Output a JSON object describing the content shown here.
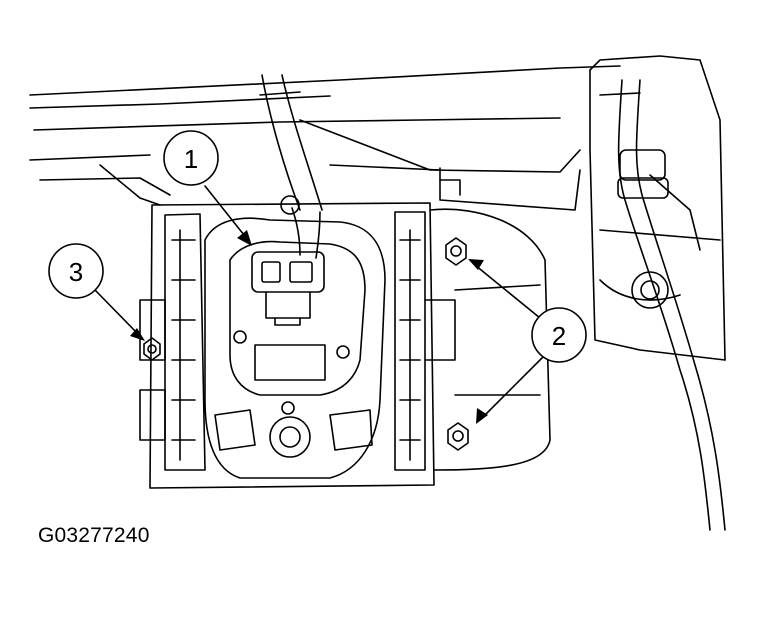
{
  "figure_id": "G03277240",
  "callouts": [
    {
      "id": "callout-1",
      "label": "1",
      "target": "electrical-connector"
    },
    {
      "id": "callout-2",
      "label": "2",
      "target": "mounting-nuts"
    },
    {
      "id": "callout-3",
      "label": "3",
      "target": "mounting-nut-left"
    }
  ],
  "colors": {
    "line": "#000000",
    "background": "#ffffff"
  }
}
